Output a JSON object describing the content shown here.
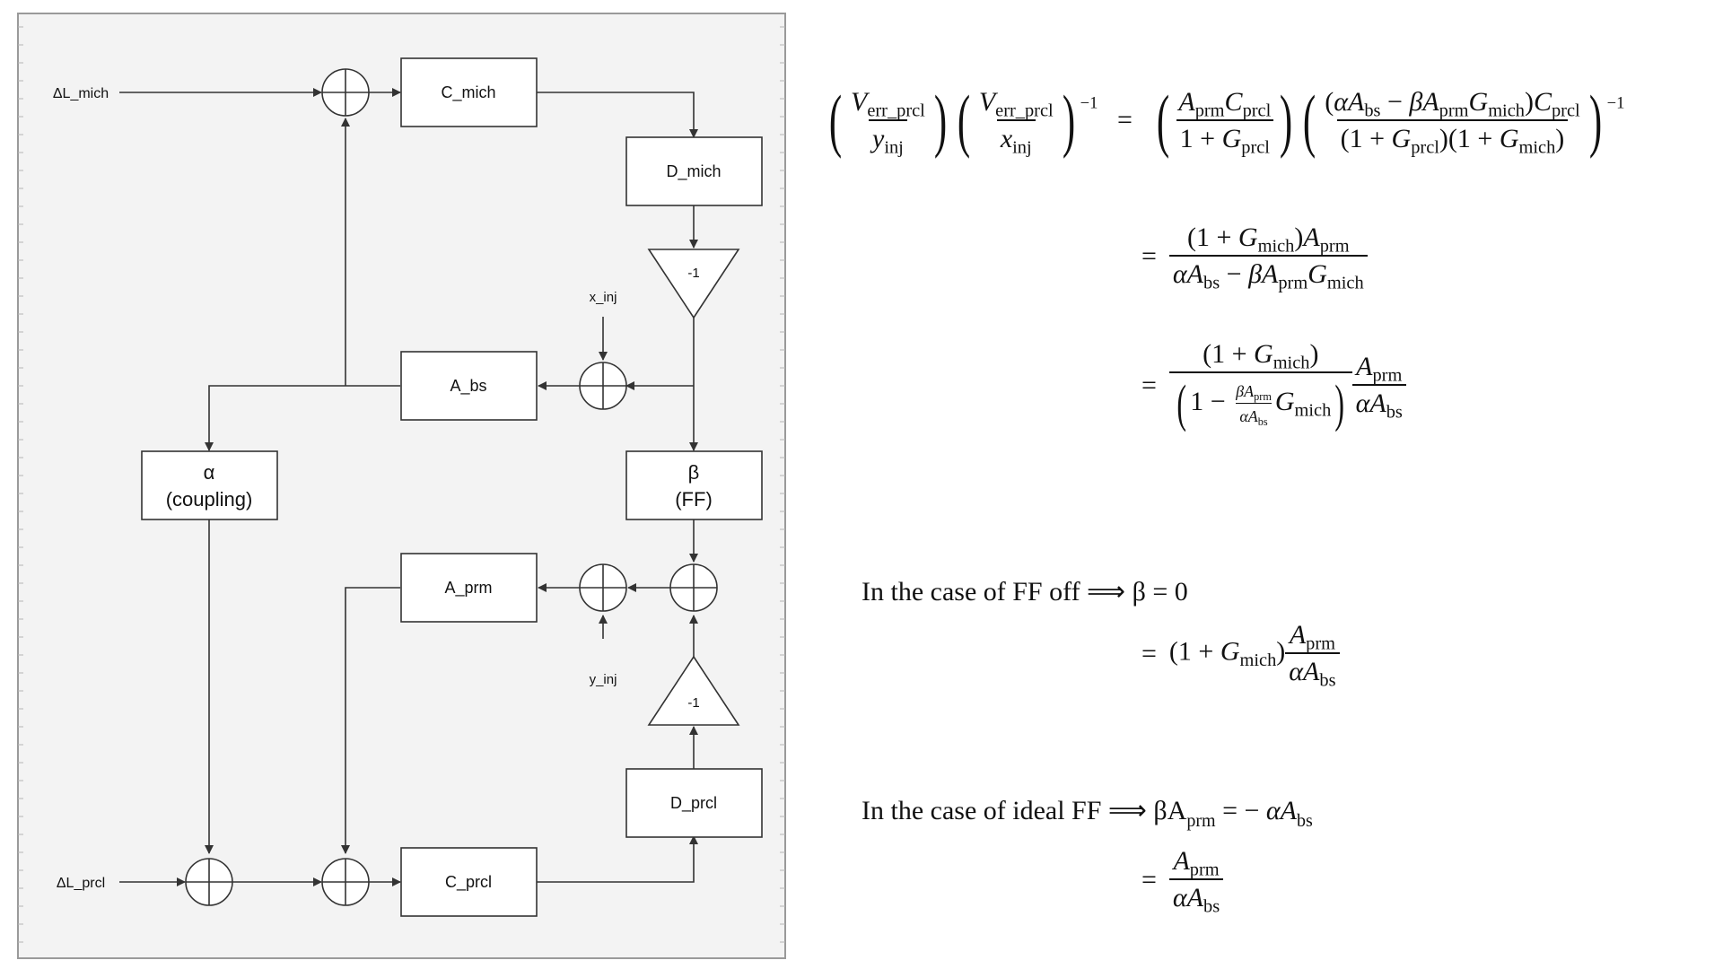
{
  "diagram": {
    "inputs": {
      "mich": "ΔL_mich",
      "prcl": "ΔL_prcl",
      "x_inj": "x_inj",
      "y_inj": "y_inj"
    },
    "blocks": {
      "c_mich": "C_mich",
      "d_mich": "D_mich",
      "a_bs": "A_bs",
      "alpha_symbol": "α",
      "alpha_sub": "(coupling)",
      "beta_symbol": "β",
      "beta_sub": "(FF)",
      "a_prm": "A_prm",
      "d_prcl": "D_prcl",
      "c_prcl": "C_prcl"
    },
    "gains": {
      "top": "-1",
      "bottom": "-1"
    }
  },
  "equations": {
    "cases": {
      "ff_off": "In the case of FF off ⟹ β = 0",
      "ideal_ff": "In the case of ideal FF ⟹ βA"
    }
  }
}
